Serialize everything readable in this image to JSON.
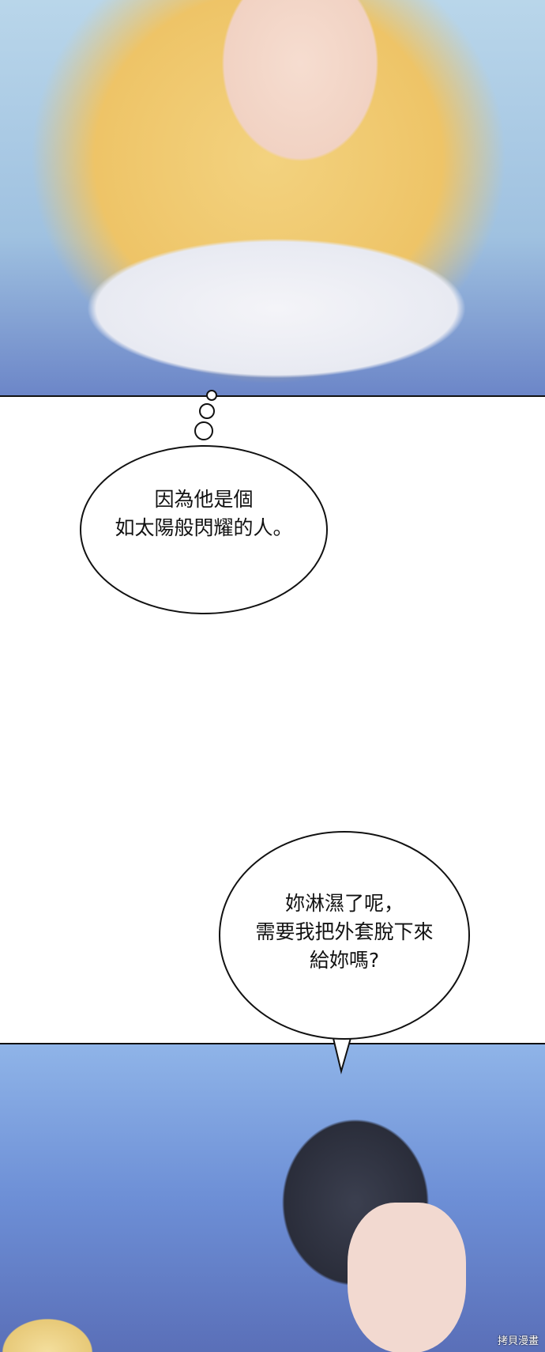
{
  "bubbles": [
    {
      "lines": [
        "因為他是個",
        "如太陽般閃耀的人。"
      ]
    },
    {
      "lines": [
        "妳淋濕了呢，",
        "需要我把外套脫下來",
        "給妳嗎?"
      ]
    }
  ],
  "watermark": "拷貝漫畫"
}
